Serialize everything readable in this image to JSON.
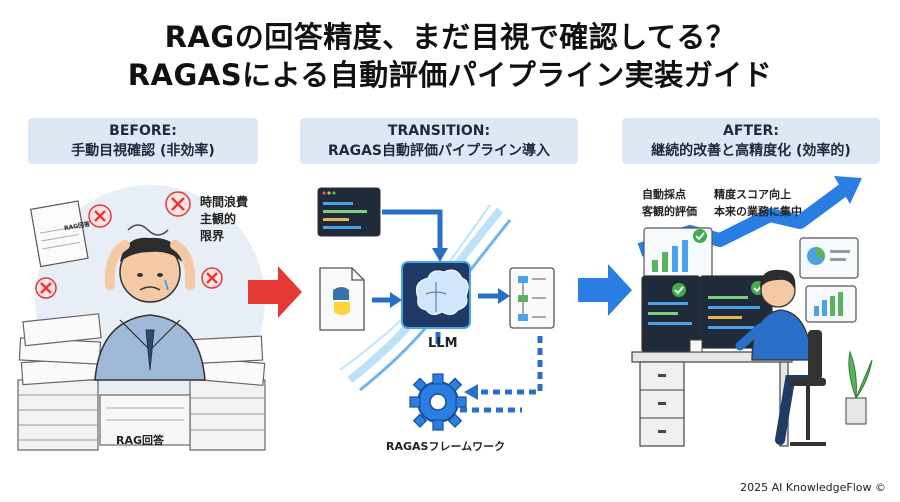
{
  "header": {
    "title_line1": "RAGの回答精度、まだ目視で確認してる？",
    "title_line2": "RAGASによる自動評価パイプライン実装ガイド"
  },
  "before": {
    "label_line1": "BEFORE:",
    "label_line2": "手動目視確認 (非効率)",
    "notes": [
      "時間浪費",
      "主観的",
      "限界"
    ],
    "doc_label": "RAG回答",
    "caption": "RAG回答"
  },
  "transition": {
    "label_line1": "TRANSITION:",
    "label_line2": "RAGAS自動評価パイプライン導入",
    "llm_label": "LLM",
    "framework_label": "RAGASフレームワーク"
  },
  "after": {
    "label_line1": "AFTER:",
    "label_line2": "継続的改善と高精度化 (効率的)",
    "notes_left": [
      "自動採点",
      "客観的評価"
    ],
    "notes_right": [
      "精度スコア向上",
      "本来の業務に集中"
    ]
  },
  "footer": {
    "credit": "2025 AI KnowledgeFlow ©"
  },
  "colors": {
    "label_bg": "#dde8f4",
    "arrow_red": "#e53935",
    "arrow_blue": "#1e6fd9",
    "accent_blue": "#2a7de1"
  }
}
